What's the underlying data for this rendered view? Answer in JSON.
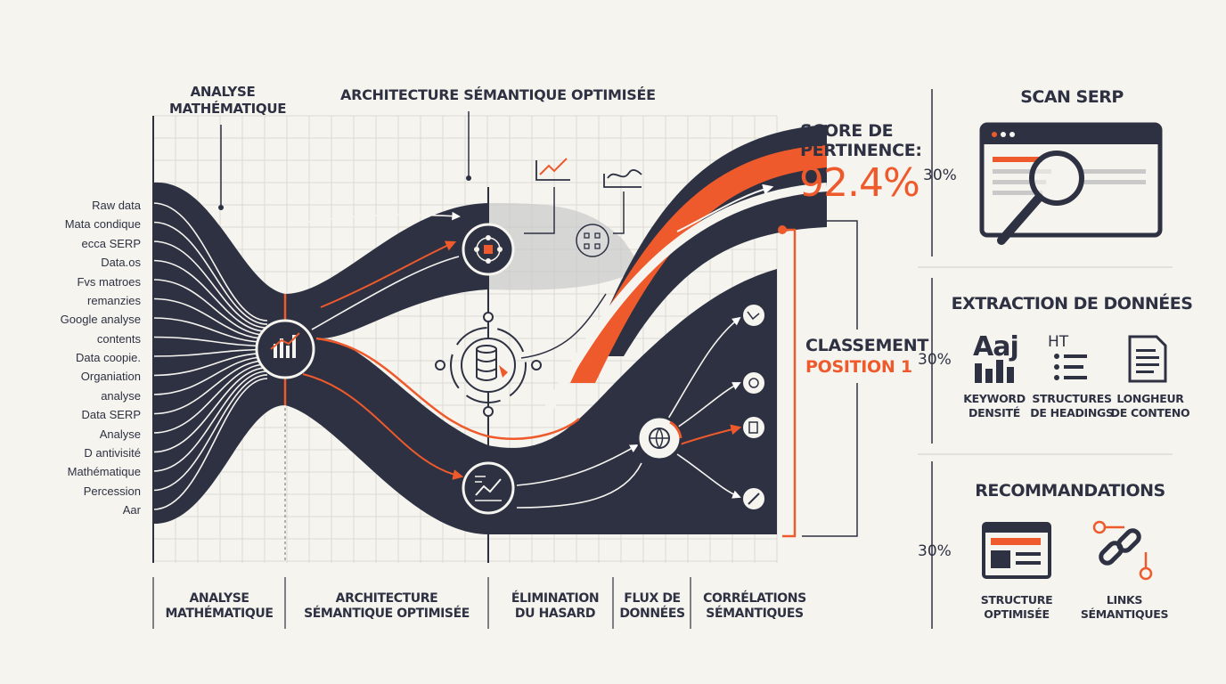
{
  "top_labels": {
    "analyse": [
      "ANALYSE",
      "MATHÉMATIQUE"
    ],
    "architecture": "ARCHITECTURE SÉMANTIQUE OPTIMISÉE"
  },
  "inputs": [
    "Raw data",
    "Mata condique",
    "ecca SERP",
    "Data.os",
    "Fvs matroes",
    "remanzies",
    "Google analyse",
    "contents",
    "Data coopie.",
    "Organiation",
    "analyse",
    "Data SERP",
    "Analyse",
    "D antivisité",
    "Mathématique",
    "Percession",
    "Aar"
  ],
  "score": {
    "label_line1": "SCORE DE",
    "label_line2": "PERTINENCE:",
    "value": "92.4%"
  },
  "ranking": {
    "line1": "CLASSEMENT",
    "line2": "POSITION 1"
  },
  "columns": [
    [
      "ANALYSE",
      "MATHÉMATIQUE"
    ],
    [
      "ARCHITECTURE",
      "SÉMANTIQUE OPTIMISÉE"
    ],
    [
      "ÉLIMINATION",
      "DU HASARD"
    ],
    [
      "FLUX DE",
      "DONNÉES"
    ],
    [
      "CORRÉLATIONS",
      "SÉMANTIQUES"
    ]
  ],
  "right_panel": {
    "scan": {
      "title": "SCAN SERP",
      "pct": "30%"
    },
    "extraction": {
      "title": "EXTRACTION DE DONNÉES",
      "pct": "30%",
      "items": [
        {
          "icon_text": "Aaj",
          "caption": [
            "KEYWORD",
            "DENSITÉ"
          ]
        },
        {
          "icon_text": "HT",
          "caption": [
            "STRUCTURES",
            "DE HEADINGS"
          ]
        },
        {
          "icon_text": "",
          "caption": [
            "LONGHEUR",
            "DE CONTENO"
          ]
        }
      ]
    },
    "recommandations": {
      "title": "RECOMMANDATIONS",
      "pct": "30%",
      "items": [
        {
          "caption": [
            "STRUCTURE",
            "OPTIMISÉE"
          ]
        },
        {
          "caption": [
            "LINKS",
            "SÉMANTIQUES"
          ]
        }
      ]
    }
  },
  "colors": {
    "navy": "#2d3142",
    "orange": "#ee5a2c",
    "cream": "#f6f4ef",
    "grey": "#c9c9c9",
    "grid": "#dcdad4"
  }
}
